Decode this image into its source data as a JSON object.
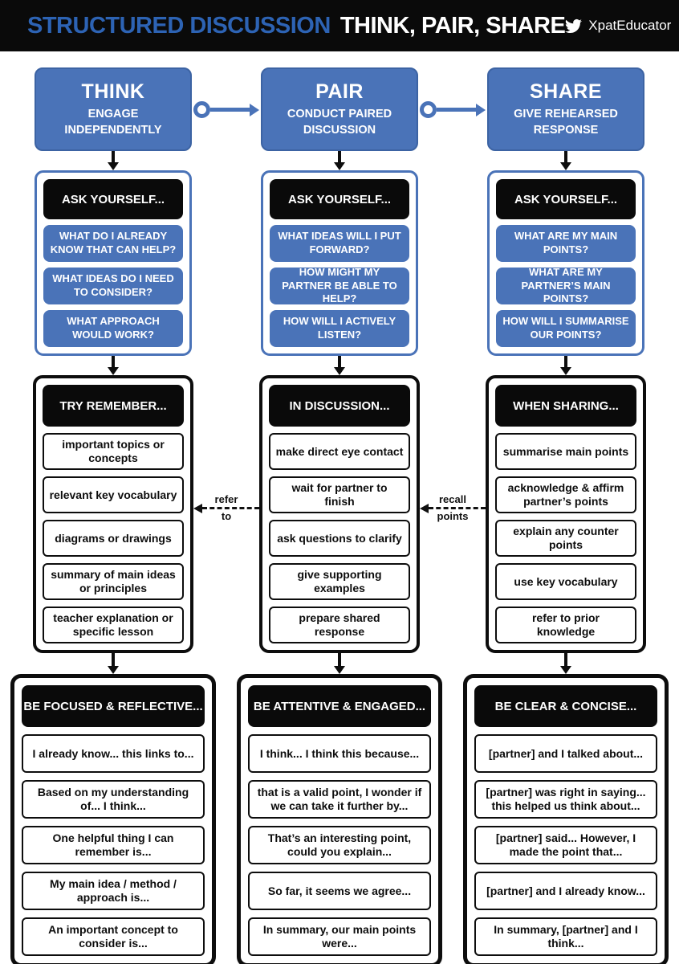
{
  "header": {
    "title_accent": "STRUCTURED DISCUSSION",
    "title_rest": "THINK, PAIR, SHARE",
    "twitter_icon": "twitter-bird",
    "twitter_handle": "XpatEducator"
  },
  "colors": {
    "accent_blue": "#2d63b4",
    "box_blue": "#4a73b8",
    "black": "#0a0a0a",
    "white": "#ffffff"
  },
  "connectors": {
    "labels": [
      {
        "line1": "refer",
        "line2": "to"
      },
      {
        "line1": "recall",
        "line2": "points"
      }
    ]
  },
  "columns": [
    {
      "stage": {
        "title": "THINK",
        "subtitle": "ENGAGE INDEPENDENTLY"
      },
      "ask": {
        "header": "ASK YOURSELF...",
        "items": [
          "WHAT DO I ALREADY KNOW THAT CAN HELP?",
          "WHAT IDEAS DO I NEED TO CONSIDER?",
          "WHAT APPROACH WOULD WORK?"
        ]
      },
      "middle": {
        "header": "TRY REMEMBER...",
        "items": [
          "important topics or concepts",
          "relevant key vocabulary",
          "diagrams or drawings",
          "summary of main ideas or principles",
          "teacher explanation or specific lesson"
        ]
      },
      "bottom": {
        "header": "BE FOCUSED & REFLECTIVE...",
        "items": [
          "I already know... this links to...",
          "Based on my understanding of... I think...",
          "One helpful thing I can remember is...",
          "My main idea / method / approach is...",
          "An important concept to consider is..."
        ]
      }
    },
    {
      "stage": {
        "title": "PAIR",
        "subtitle": "CONDUCT PAIRED DISCUSSION"
      },
      "ask": {
        "header": "ASK YOURSELF...",
        "items": [
          "WHAT IDEAS WILL I PUT FORWARD?",
          "HOW MIGHT MY PARTNER BE ABLE TO HELP?",
          "HOW WILL I ACTIVELY LISTEN?"
        ]
      },
      "middle": {
        "header": "IN DISCUSSION...",
        "items": [
          "make direct eye contact",
          "wait for partner to finish",
          "ask questions to clarify",
          "give supporting examples",
          "prepare shared response"
        ]
      },
      "bottom": {
        "header": "BE ATTENTIVE & ENGAGED...",
        "items": [
          "I think... I think this because...",
          "that is a valid point, I wonder if we can take it further by...",
          "That’s an interesting point, could you explain...",
          "So far, it seems we agree...",
          "In summary, our main points were..."
        ]
      }
    },
    {
      "stage": {
        "title": "SHARE",
        "subtitle": "GIVE REHEARSED RESPONSE"
      },
      "ask": {
        "header": "ASK YOURSELF...",
        "items": [
          "WHAT ARE MY MAIN POINTS?",
          "WHAT ARE MY PARTNER’S MAIN POINTS?",
          "HOW WILL I SUMMARISE OUR POINTS?"
        ]
      },
      "middle": {
        "header": "WHEN SHARING...",
        "items": [
          "summarise main points",
          "acknowledge & affirm partner’s points",
          "explain any counter points",
          "use key vocabulary",
          "refer to prior knowledge"
        ]
      },
      "bottom": {
        "header": "BE CLEAR & CONCISE...",
        "items": [
          "[partner] and I talked about...",
          "[partner] was right in saying... this helped us think about...",
          "[partner] said... However, I made the point that...",
          "[partner] and I already know...",
          "In summary, [partner] and I think..."
        ]
      }
    }
  ]
}
